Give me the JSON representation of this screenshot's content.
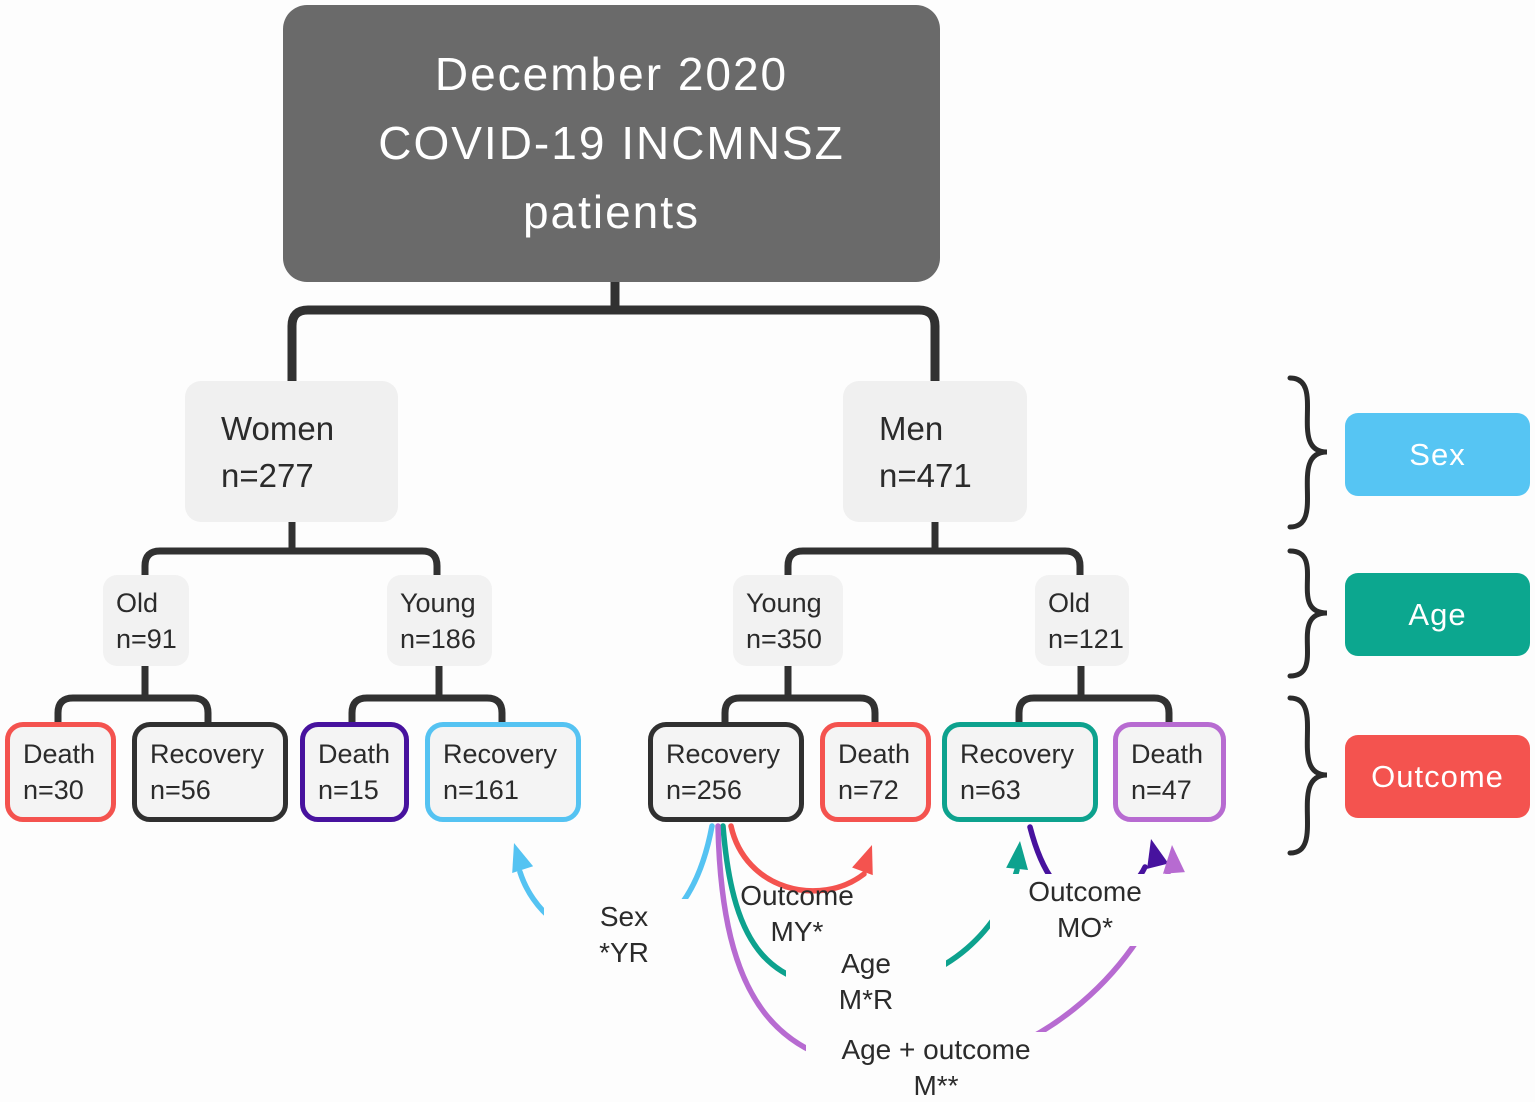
{
  "title": {
    "line1": "December 2020",
    "line2": "COVID-19 INCMNSZ",
    "line3": "patients"
  },
  "sex_nodes": [
    {
      "label": "Women",
      "count": "n=277"
    },
    {
      "label": "Men",
      "count": "n=471"
    }
  ],
  "age_nodes": [
    {
      "label": "Old",
      "count": "n=91",
      "parent": "Women"
    },
    {
      "label": "Young",
      "count": "n=186",
      "parent": "Women"
    },
    {
      "label": "Young",
      "count": "n=350",
      "parent": "Men"
    },
    {
      "label": "Old",
      "count": "n=121",
      "parent": "Men"
    }
  ],
  "outcome_nodes": [
    {
      "label": "Death",
      "count": "n=30",
      "border_color": "#f4534f"
    },
    {
      "label": "Recovery",
      "count": "n=56",
      "border_color": "#303030"
    },
    {
      "label": "Death",
      "count": "n=15",
      "border_color": "#47129e"
    },
    {
      "label": "Recovery",
      "count": "n=161",
      "border_color": "#55c3f2"
    },
    {
      "label": "Recovery",
      "count": "n=256",
      "border_color": "#303030"
    },
    {
      "label": "Death",
      "count": "n=72",
      "border_color": "#f4534f"
    },
    {
      "label": "Recovery",
      "count": "n=63",
      "border_color": "#0da28e"
    },
    {
      "label": "Death",
      "count": "n=47",
      "border_color": "#b76bd1"
    }
  ],
  "legend": [
    {
      "label": "Sex",
      "color": "#56c5f3"
    },
    {
      "label": "Age",
      "color": "#0ca78f"
    },
    {
      "label": "Outcome",
      "color": "#f4534f"
    }
  ],
  "annotations": [
    {
      "line1": "Sex",
      "line2": "*YR",
      "color": "#55c3f2"
    },
    {
      "line1": "Outcome",
      "line2": "MY*",
      "color": "#f4534f"
    },
    {
      "line1": "Age",
      "line2": "M*R",
      "color": "#0da28e"
    },
    {
      "line1": "Outcome",
      "line2": "MO*",
      "color": "#47129e"
    },
    {
      "line1": "Age + outcome",
      "line2": "M**",
      "color": "#b76bd1"
    }
  ]
}
